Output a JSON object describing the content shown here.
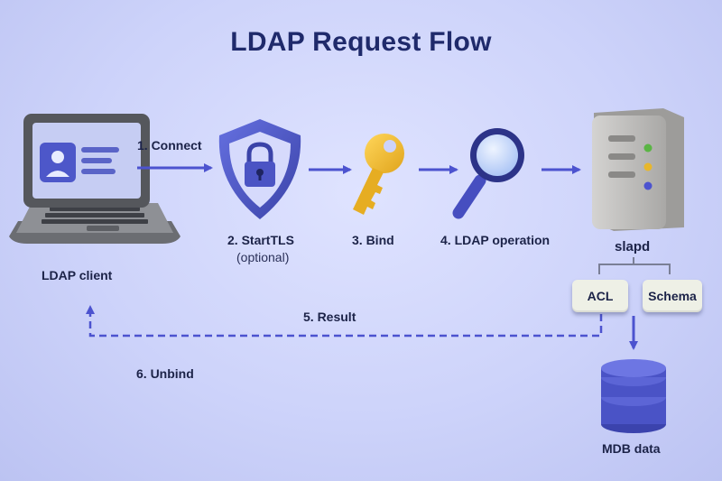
{
  "title": "LDAP Request Flow",
  "nodes": {
    "client": "LDAP client",
    "starttls": "2. StartTLS",
    "starttls_note": "(optional)",
    "bind": "3. Bind",
    "operation": "4. LDAP operation",
    "server": "slapd",
    "acl": "ACL",
    "schema": "Schema",
    "database": "MDB data"
  },
  "edges": {
    "connect": "1. Connect",
    "result": "5. Result",
    "unbind": "6. Unbind"
  },
  "colors": {
    "accent": "#4c53cf",
    "background": "#cfd5fb",
    "shield": "#4a55c9",
    "key": "#f0bd2e",
    "server_body": "#c9c8c6"
  }
}
